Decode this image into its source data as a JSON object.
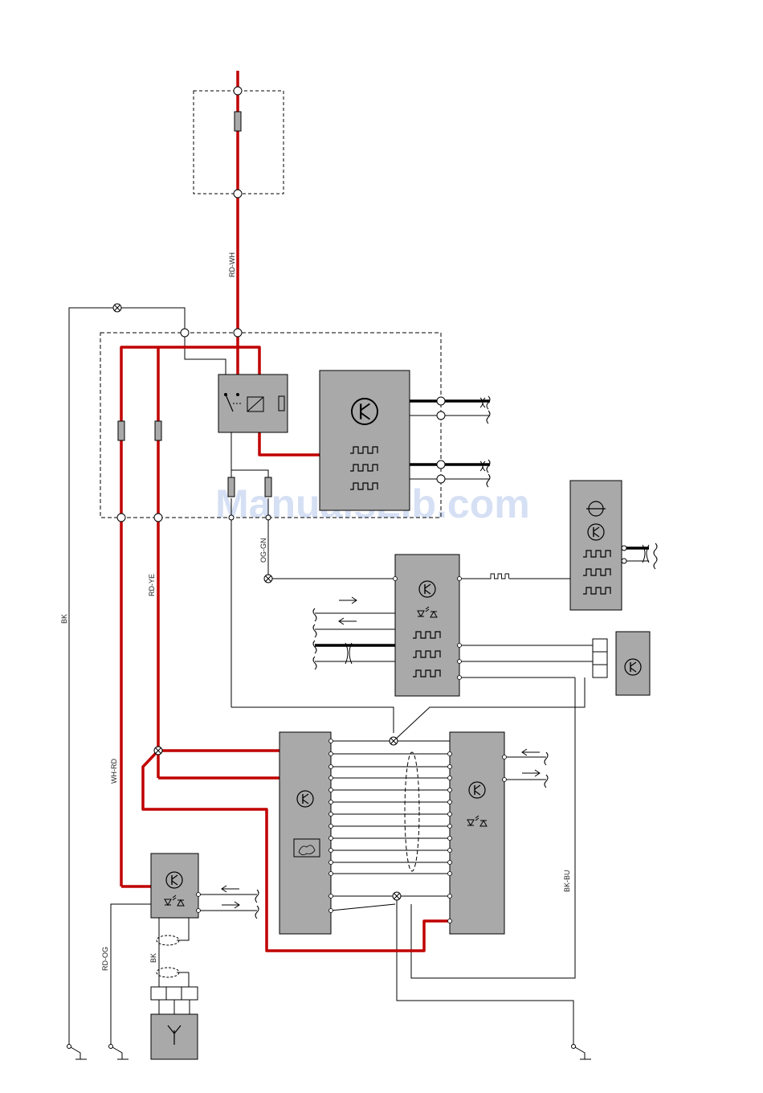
{
  "wire_labels": {
    "rd_wh": "RD-WH",
    "rd_ye": "RD-YE",
    "og_gn": "OG-GN",
    "bk_left": "BK",
    "wh_rd": "WH-RD",
    "bk_bu": "BK-BU",
    "rd_og": "RD-OG",
    "bk_bottom": "BK"
  },
  "watermark": "ManualsLib.com",
  "colors": {
    "power_wire": "#c00000",
    "module_fill": "#a9a9a9",
    "signal_wire": "#000000"
  },
  "icons": {
    "control_module": "transistor-icon",
    "signal": "square-wave-icon",
    "diode": "led-icon",
    "twisted_pair": "twisted-pair-icon",
    "antenna": "antenna-icon"
  }
}
